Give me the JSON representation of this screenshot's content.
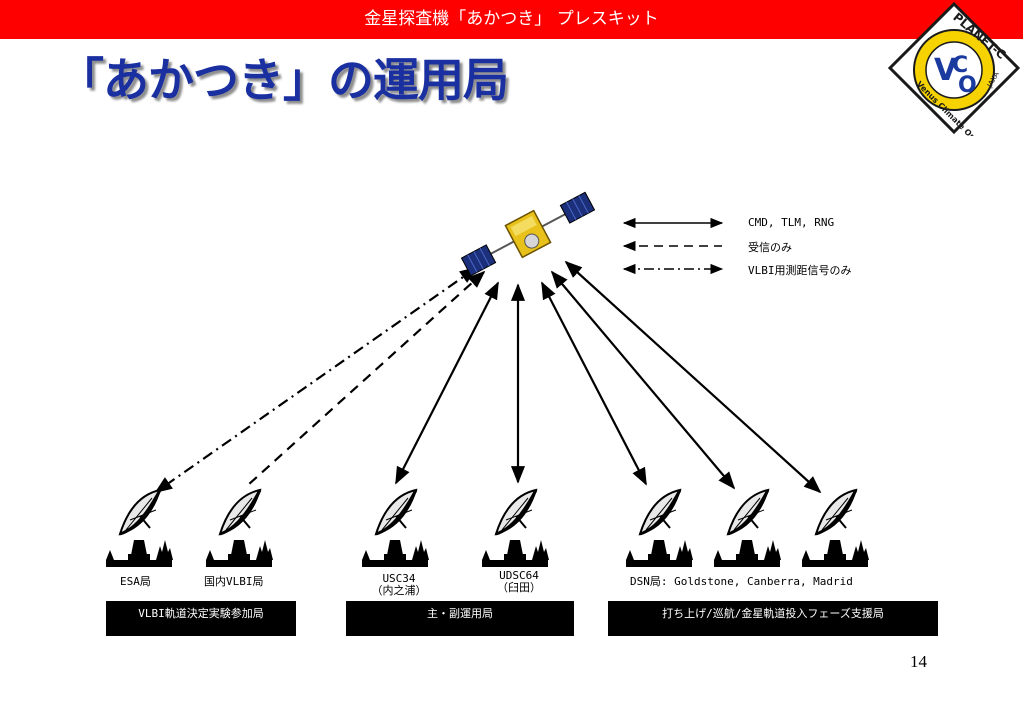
{
  "header": {
    "banner": "金星探査機「あかつき」 プレスキット"
  },
  "page": {
    "title": "「あかつき」の運用局",
    "number": "14"
  },
  "logo": {
    "top": "PLANET-C",
    "ring": "Venus Climate Orbiter",
    "letters": "VCO",
    "agency": "JAXA"
  },
  "legend": {
    "solid": "CMD, TLM, RNG",
    "dashed": "受信のみ",
    "dashdot": "VLBI用測距信号のみ"
  },
  "stations": {
    "esa": "ESA局",
    "domestic_vlbi": "国内VLBI局",
    "usc34_line1": "USC34",
    "usc34_line2": "（内之浦）",
    "udsc64_line1": "UDSC64",
    "udsc64_line2": "（臼田）",
    "dsn": "DSN局: Goldstone, Canberra, Madrid"
  },
  "groups": {
    "vlbi": "VLBI軌道決定実験参加局",
    "main": "主・副運用局",
    "dsn": "打ち上げ/巡航/金星軌道投入フェーズ支援局"
  },
  "colors": {
    "banner": "#ff0000",
    "title": "#1a2fa0",
    "box": "#000000"
  }
}
